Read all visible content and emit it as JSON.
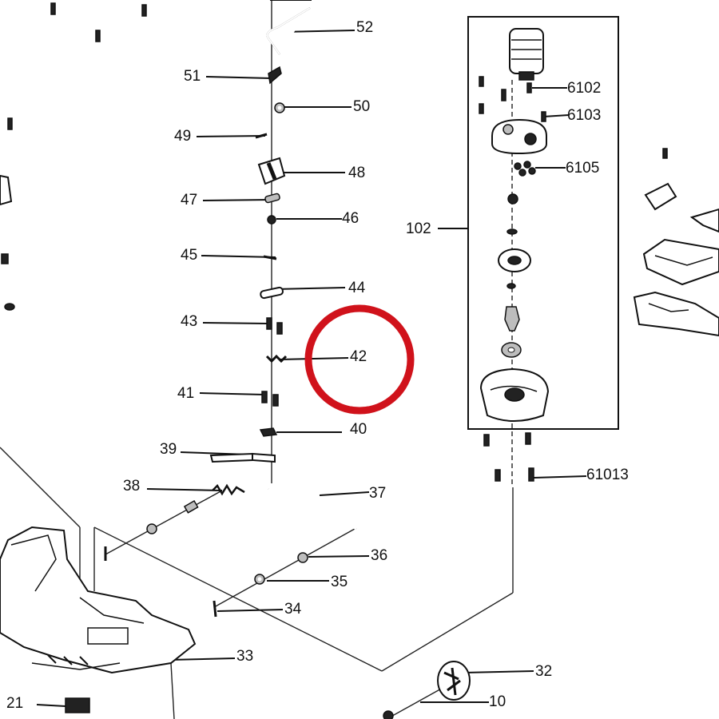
{
  "diagram": {
    "highlight_color": "#d0121b",
    "labels": {
      "p52": "52",
      "p51": "51",
      "p50": "50",
      "p49": "49",
      "p48": "48",
      "p47": "47",
      "p46": "46",
      "p45": "45",
      "p44": "44",
      "p43": "43",
      "p42": "42",
      "p41": "41",
      "p40": "40",
      "p39": "39",
      "p38": "38",
      "p37": "37",
      "p36": "36",
      "p35": "35",
      "p34": "34",
      "p33": "33",
      "p32": "32",
      "p21": "21",
      "p10": "10",
      "p102": "102",
      "p6102": "6102",
      "p6103": "6103",
      "p6105": "6105",
      "p61013": "61013"
    }
  }
}
